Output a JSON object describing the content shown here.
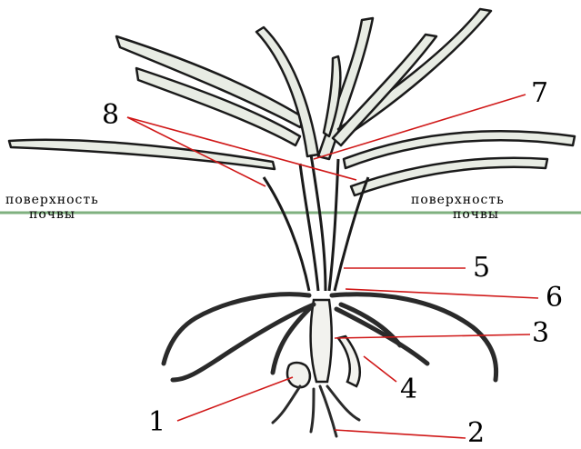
{
  "figure": {
    "soil_surface_left": [
      "поверхность",
      "почвы"
    ],
    "soil_surface_right": [
      "поверхность",
      "почвы"
    ],
    "labels": [
      "1",
      "2",
      "3",
      "4",
      "5",
      "6",
      "7",
      "8"
    ],
    "colors": {
      "leader_line": "#d01818",
      "soil_line": "#7fb07f",
      "ink": "#1a1a1a",
      "leaf_fill": "#e8ece4",
      "root_ink": "#2a2a2a"
    }
  }
}
